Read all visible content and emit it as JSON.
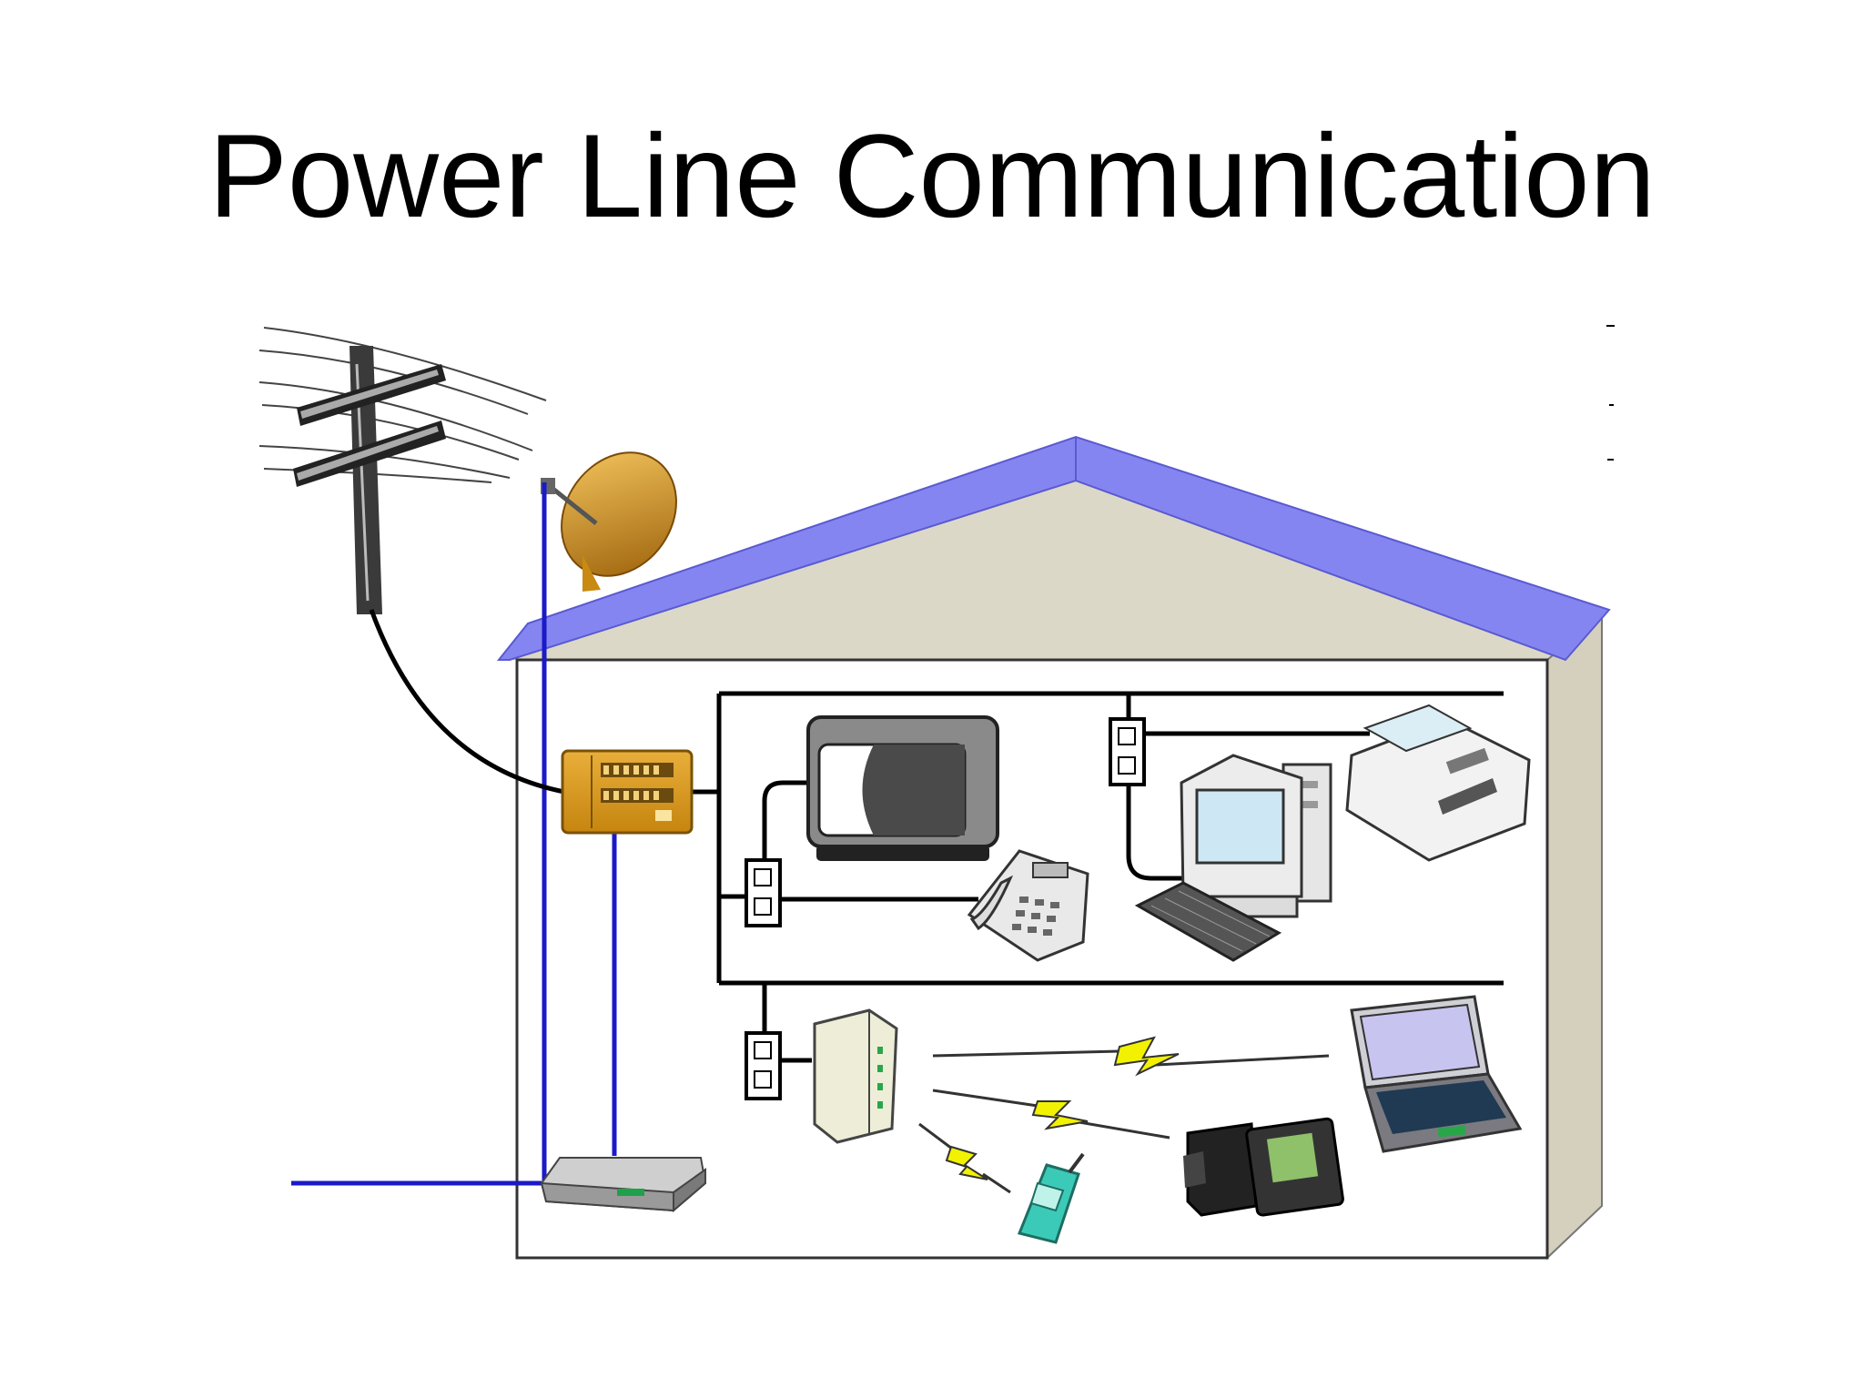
{
  "slide": {
    "title": "Power Line Communication"
  },
  "colors": {
    "roof": "#8585f2",
    "house_wall": "#dcd8c8",
    "house_side": "#d4d0bd",
    "wiring": "#000000",
    "signal_cable": "#1a1ac8",
    "panel": "#d99a1f",
    "dish": "#c98a12",
    "wireless_bolt": "#f2f200"
  },
  "diagram": {
    "components": [
      {
        "id": "utility-pole",
        "icon": "utility-pole-icon"
      },
      {
        "id": "satellite-dish",
        "icon": "satellite-dish-icon"
      },
      {
        "id": "breaker-panel",
        "icon": "breaker-panel-icon"
      },
      {
        "id": "modem",
        "icon": "modem-icon"
      },
      {
        "id": "television",
        "icon": "television-icon"
      },
      {
        "id": "telephone",
        "icon": "telephone-icon"
      },
      {
        "id": "desktop-computer",
        "icon": "desktop-computer-icon"
      },
      {
        "id": "fax-printer",
        "icon": "fax-printer-icon"
      },
      {
        "id": "wireless-access-point",
        "icon": "access-point-icon"
      },
      {
        "id": "mobile-phone",
        "icon": "mobile-phone-icon"
      },
      {
        "id": "pda",
        "icon": "pda-icon"
      },
      {
        "id": "laptop",
        "icon": "laptop-icon"
      }
    ],
    "outlets": 3,
    "wireless_links": 3
  }
}
